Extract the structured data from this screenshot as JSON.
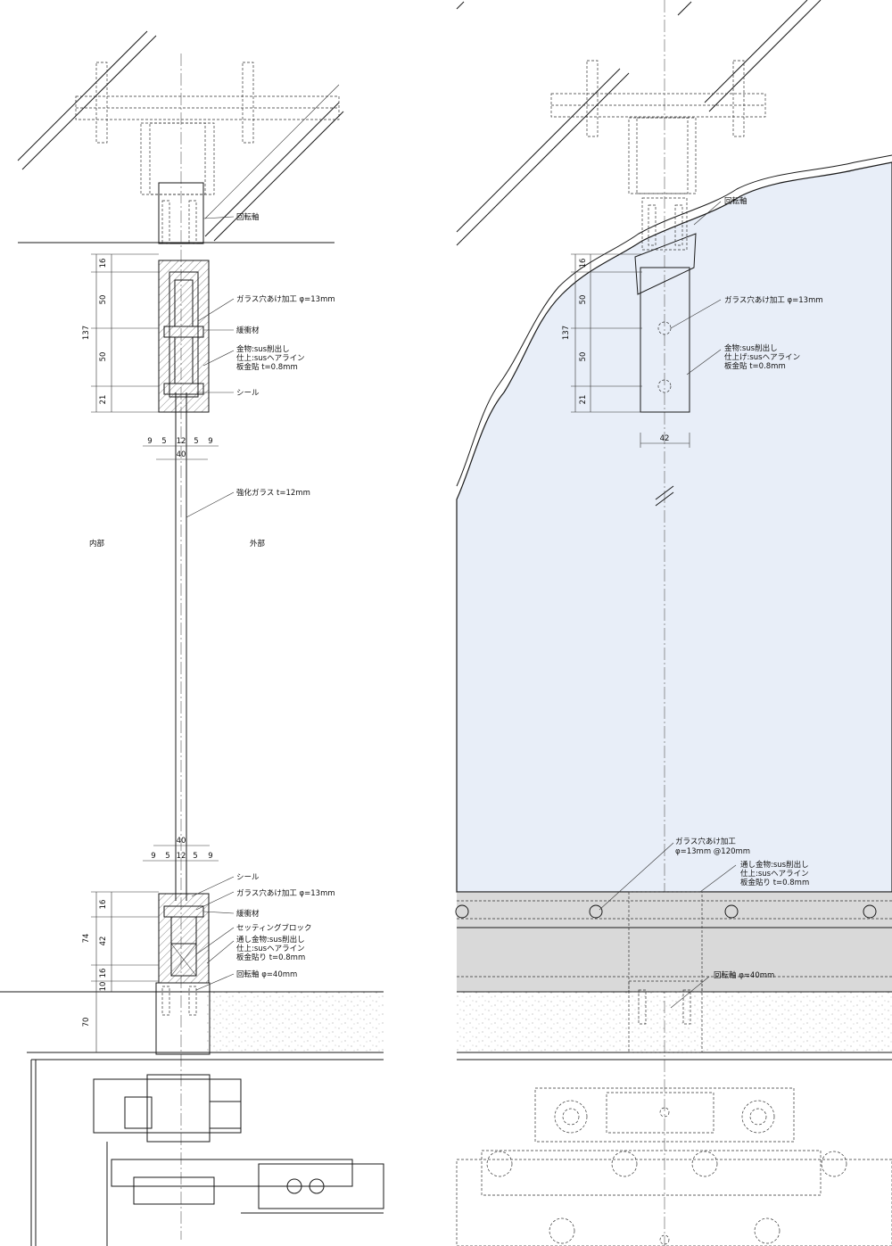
{
  "colors": {
    "glass_fill": "#e8eef8",
    "panel_grey": "#d9d9d9",
    "line": "#1a1a1a"
  },
  "left_drawing": {
    "zones": {
      "inside": "内部",
      "outside": "外部"
    },
    "annotations": {
      "top_pivot": "回転軸",
      "top_hole": "ガラス穴あけ加工 φ=13mm",
      "top_buffer": "緩衝材",
      "top_hardware_1": "金物:sus削出し",
      "top_hardware_2": "仕上:susヘアライン",
      "top_hardware_3": "板金貼 t=0.8mm",
      "top_seal": "シール",
      "glass": "強化ガラス t=12mm",
      "bottom_seal": "シール",
      "bottom_hole": "ガラス穴あけ加工 φ=13mm",
      "bottom_buffer": "緩衝材",
      "setting_block": "セッティングブロック",
      "bottom_hardware_1": "通し金物:sus削出し",
      "bottom_hardware_2": "仕上:susヘアライン",
      "bottom_hardware_3": "板金貼り t=0.8mm",
      "bottom_pivot": "回転軸 φ=40mm"
    },
    "top_dims": {
      "total": "137",
      "segments": [
        "16",
        "50",
        "50",
        "21"
      ],
      "widths": [
        "9",
        "5",
        "12",
        "5",
        "9"
      ],
      "width_total": "40"
    },
    "bottom_dims": {
      "width_total": "40",
      "widths": [
        "9",
        "5",
        "12",
        "5",
        "9"
      ],
      "total": "74",
      "segments": [
        "16",
        "42",
        "16",
        "10"
      ],
      "floor": "70"
    }
  },
  "right_drawing": {
    "annotations": {
      "top_pivot": "回転軸",
      "top_hole": "ガラス穴あけ加工 φ=13mm",
      "top_hardware_1": "金物:sus削出し",
      "top_hardware_2": "仕上げ:susヘアライン",
      "top_hardware_3": "板金貼 t=0.8mm",
      "bottom_hole_1": "ガラス穴あけ加工",
      "bottom_hole_2": "φ=13mm @120mm",
      "bottom_hardware_1": "通し金物:sus削出し",
      "bottom_hardware_2": "仕上:susヘアライン",
      "bottom_hardware_3": "板金貼り t=0.8mm",
      "bottom_pivot": "回転軸 φ=40mm"
    },
    "top_dims": {
      "total": "137",
      "segments": [
        "16",
        "50",
        "50",
        "21"
      ],
      "width": "42"
    }
  }
}
